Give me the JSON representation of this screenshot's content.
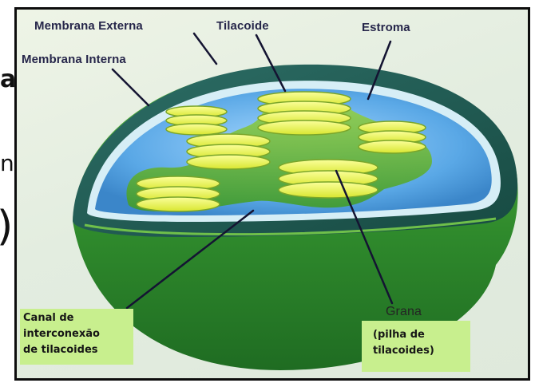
{
  "labels": {
    "membrana_externa": "Membrana Externa",
    "tilacoide": "Tilacoide",
    "estroma": "Estroma",
    "membrana_interna": "Membrana Interna",
    "grana": "Grana"
  },
  "boxes": {
    "canal": [
      "Canal de",
      "interconexão",
      "de tilacoides"
    ],
    "pilha": [
      "(pilha de",
      "tilacoides)"
    ]
  },
  "side_fragments": [
    "a",
    "n",
    ")"
  ],
  "colors": {
    "outer_membrane": "#1f5e52",
    "stroma": "#5aa8e6",
    "thylakoid": "#e8f04a",
    "grana_body": "#79c23c",
    "label_box": "#c8ef8e"
  }
}
